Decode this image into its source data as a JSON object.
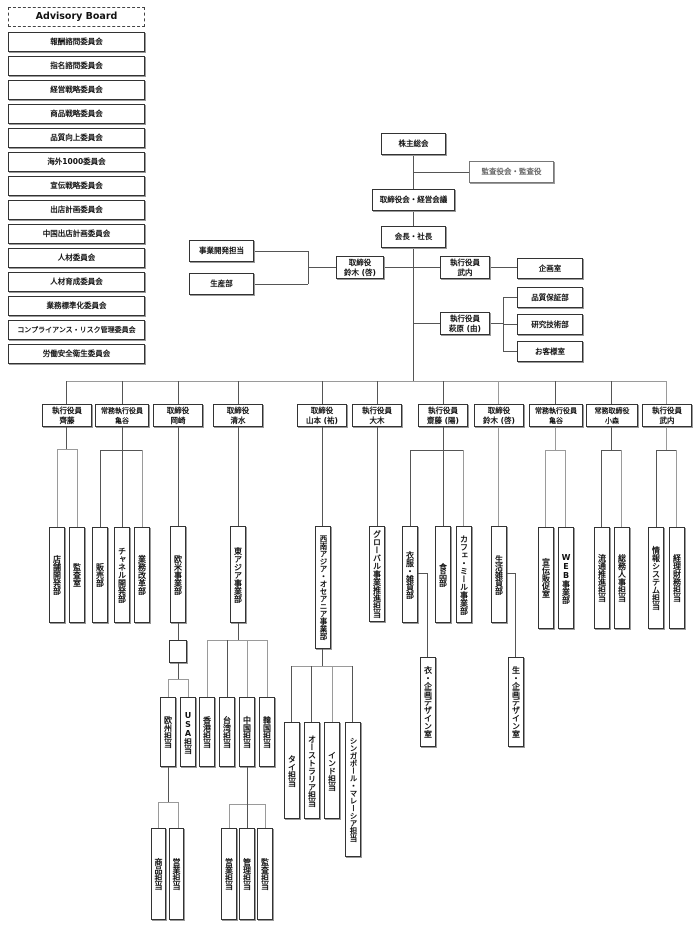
{
  "committees": {
    "advisory_board": "Advisory Board",
    "items": [
      "報酬諮問委員会",
      "指名諮問委員会",
      "経営戦略委員会",
      "商品戦略委員会",
      "品質向上委員会",
      "海外1000委員会",
      "宣伝戦略委員会",
      "出店計画委員会",
      "中国出店計画委員会",
      "人材委員会",
      "人材育成委員会",
      "業務標準化委員会",
      "コンプライアンス・リスク管理委員会",
      "労働安全衛生委員会"
    ]
  },
  "top": {
    "shareholders": "株主総会",
    "auditors": "監査役会・監査役",
    "board": "取締役会・経営会議",
    "president": "会長・社長"
  },
  "staff": {
    "suzuki_k": {
      "title": "取締役",
      "name": "鈴木 (啓)"
    },
    "biz_dev": "事業開発担当",
    "production": "生産部",
    "takeuchi": {
      "title": "執行役員",
      "name": "武内"
    },
    "planning": "企画室",
    "hagiwara": {
      "title": "執行役員",
      "name": "萩原 (由)"
    },
    "qa": "品質保証部",
    "rnd": "研究技術部",
    "customer": "お客様室"
  },
  "executives": [
    {
      "title": "執行役員",
      "name": "齊藤"
    },
    {
      "title": "常務執行役員",
      "name": "亀谷"
    },
    {
      "title": "取締役",
      "name": "岡崎"
    },
    {
      "title": "取締役",
      "name": "清水"
    },
    {
      "title": "取締役",
      "name": "山本 (祐)"
    },
    {
      "title": "執行役員",
      "name": "大木"
    },
    {
      "title": "執行役員",
      "name": "齋藤 (陽)"
    },
    {
      "title": "取締役",
      "name": "鈴木 (啓)"
    },
    {
      "title": "常務執行役員",
      "name": "亀谷"
    },
    {
      "title": "常務取締役",
      "name": "小森"
    },
    {
      "title": "執行役員",
      "name": "武内"
    }
  ],
  "departments": {
    "store_dev": "店舗開発部",
    "audit_office": "監査室",
    "sales": "販売部",
    "channel_dev": "チャネル開発部",
    "business_reform": "業務改革部",
    "euro_us": "欧米事業部",
    "east_asia": "東アジア事業部",
    "sw_asia_oceania": "西南アジア・オセアニア事業部",
    "global_biz": "グローバル事業推進担当",
    "apparel": "衣服・雑貨部",
    "food": "食品部",
    "cafe_meal": "カフェ・ミール事業部",
    "living": "生活雑貨部",
    "ad_promo": "宣伝販促室",
    "web": "WEB事業部",
    "logistics": "流通推進担当",
    "general_hr": "総務人事担当",
    "info_sys": "情報システム担当",
    "accounting": "経理財務担当"
  },
  "sub_units": {
    "europe": "欧州担当",
    "usa": "USA担当",
    "hongkong": "香港担当",
    "taiwan": "台湾担当",
    "china": "中国担当",
    "korea": "韓国担当",
    "thai": "タイ担当",
    "australia": "オーストラリア担当",
    "india": "インド担当",
    "sg_my": "シンガポール・マレーシア担当",
    "apparel_design": "衣・企画デザイン室",
    "living_design": "生・企画デザイン室",
    "eu_product": "商品担当",
    "eu_sales": "営業担当",
    "cn_sales": "営業担当",
    "cn_admin": "管理担当",
    "cn_audit": "監査担当"
  }
}
